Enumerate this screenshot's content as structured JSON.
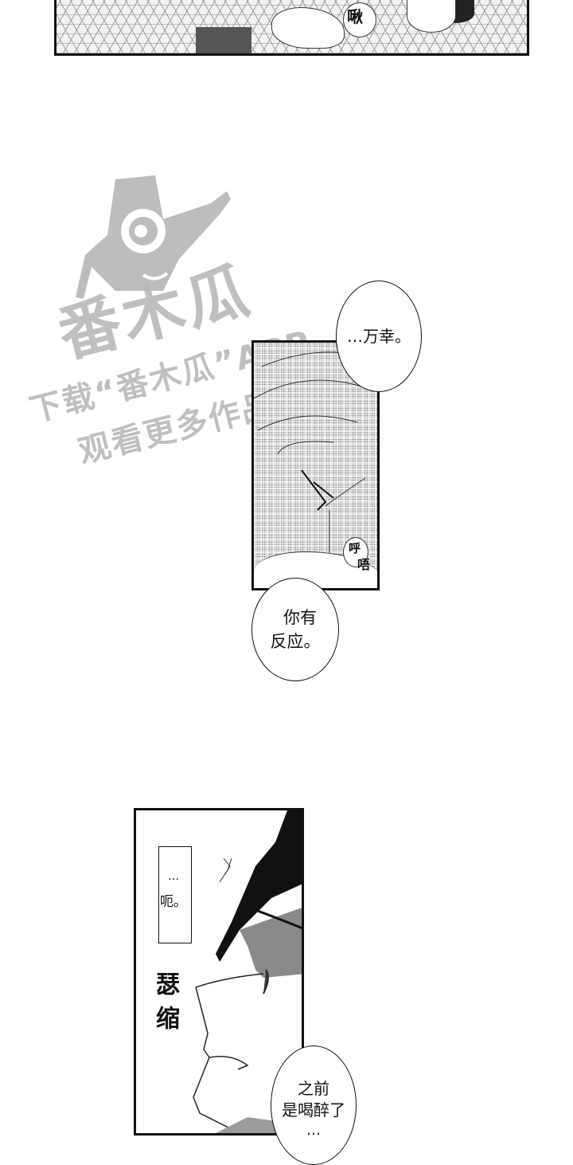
{
  "page": {
    "type": "manga-page",
    "background": "#ffffff"
  },
  "panels": [
    {
      "id": "panel-1",
      "sfx": "啾"
    },
    {
      "id": "panel-2",
      "sfx": [
        "呼",
        "唔"
      ],
      "bubbles": [
        {
          "text": "…万幸。"
        },
        {
          "text_lines": [
            "你有",
            "反应。"
          ]
        }
      ]
    },
    {
      "id": "panel-3",
      "sfx": [
        "瑟",
        "缩"
      ],
      "bubbles": [
        {
          "text_lines": [
            "…",
            "呃。"
          ]
        },
        {
          "text_lines": [
            "之前",
            "是喝醉了",
            "…"
          ]
        }
      ]
    }
  ],
  "watermark": {
    "brand": "番木瓜",
    "line1": "下载“番木瓜”APP",
    "line2": "观看更多作品",
    "color": "#b9b9b9"
  }
}
